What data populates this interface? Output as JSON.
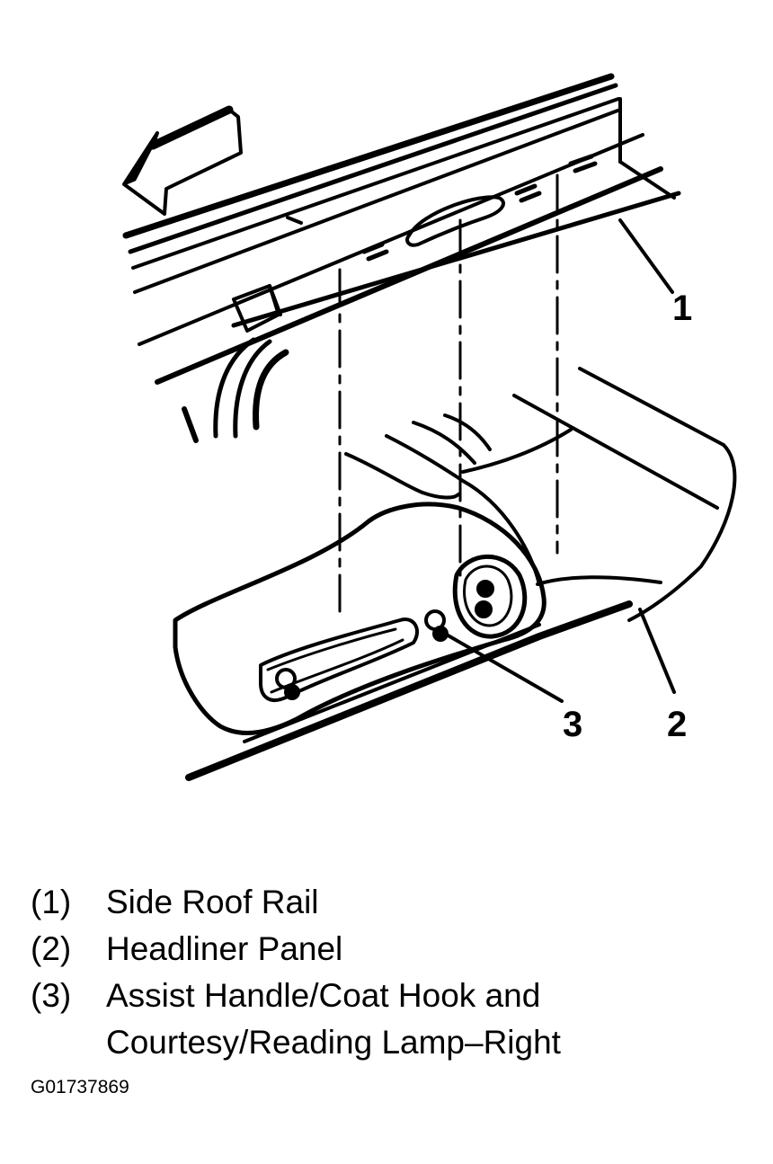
{
  "callouts": [
    "1",
    "2",
    "3"
  ],
  "legend": [
    {
      "num": "(1)",
      "text": "Side Roof Rail"
    },
    {
      "num": "(2)",
      "text": "Headliner Panel"
    },
    {
      "num": "(3)",
      "text": "Assist Handle/Coat Hook and Courtesy/Reading Lamp–Right"
    }
  ],
  "figure_id": "G01737869",
  "icons": {
    "direction_arrow": "front-arrow-icon"
  }
}
